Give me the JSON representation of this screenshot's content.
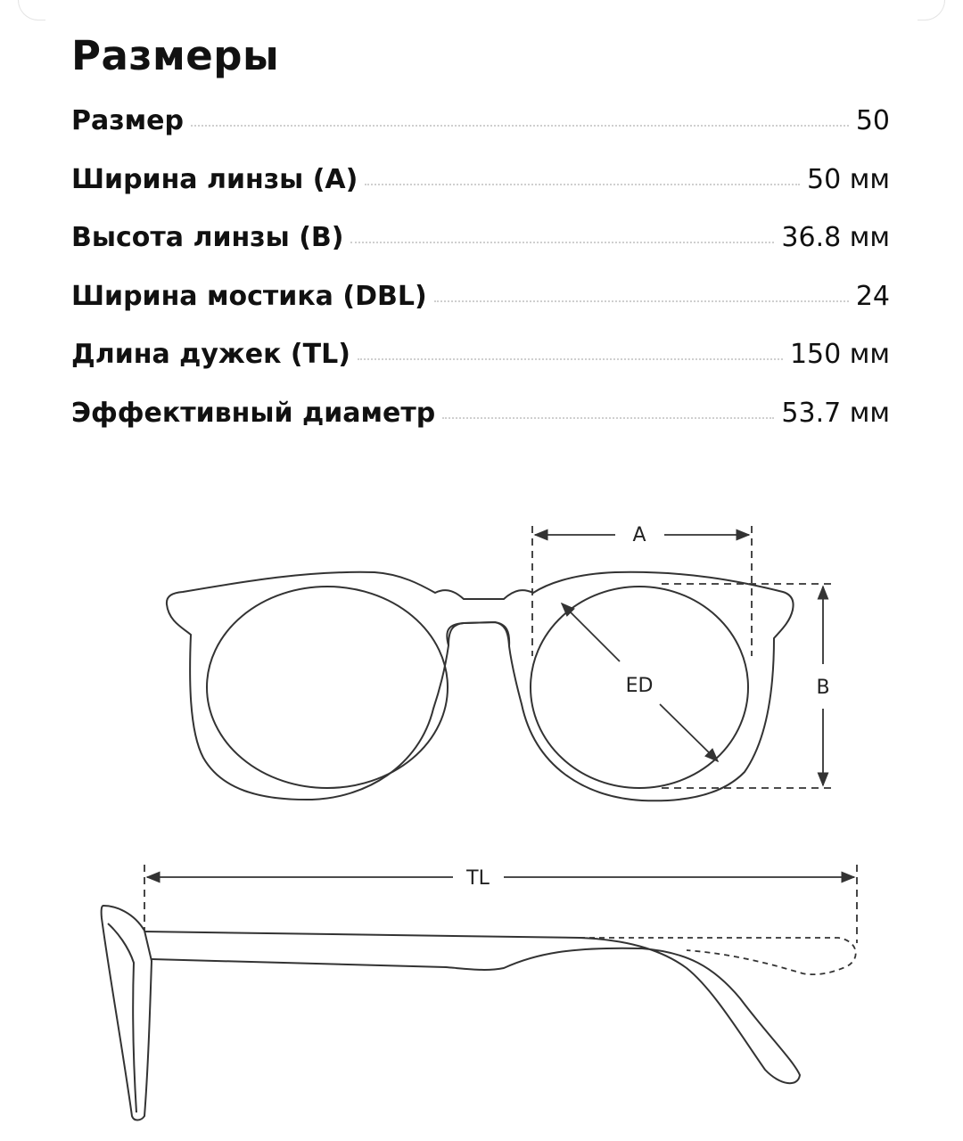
{
  "title": "Размеры",
  "specs": [
    {
      "label": "Размер",
      "value": "50"
    },
    {
      "label": "Ширина линзы (A)",
      "value": "50 мм"
    },
    {
      "label": "Высота линзы (B)",
      "value": "36.8 мм"
    },
    {
      "label": "Ширина мостика (DBL)",
      "value": "24"
    },
    {
      "label": "Длина дужек (TL)",
      "value": "150 мм"
    },
    {
      "label": "Эффективный диаметр",
      "value": "53.7 мм"
    }
  ],
  "diagram": {
    "label_a": "A",
    "label_b": "B",
    "label_ed": "ED",
    "label_tl": "TL"
  }
}
